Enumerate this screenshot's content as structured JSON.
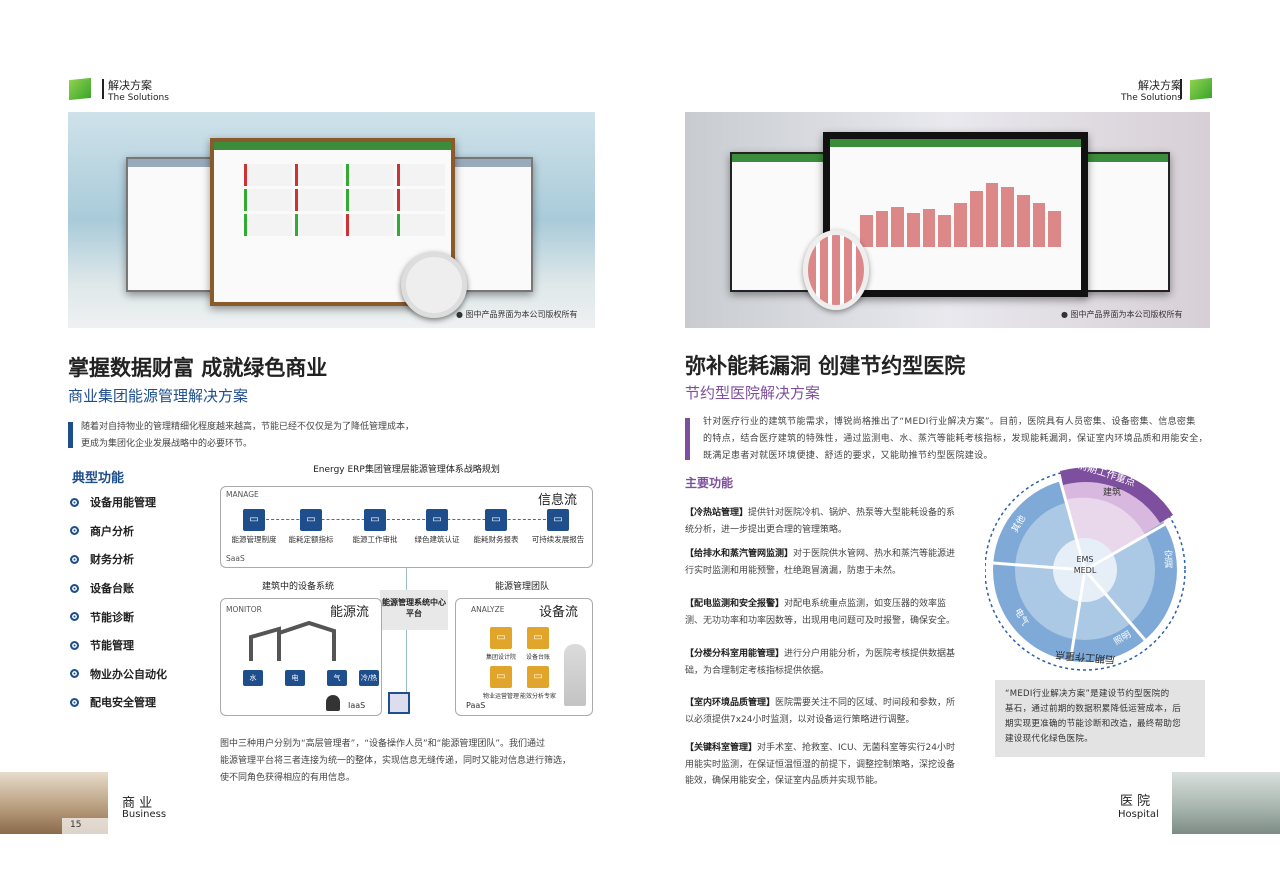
{
  "header": {
    "cn": "解决方案",
    "en": "The Solutions"
  },
  "left": {
    "screenshot_caption": "图中产品界面为本公司版权所有",
    "title": "掌握数据财富  成就绿色商业",
    "subtitle": "商业集团能源管理解决方案",
    "intro": [
      "随着对自持物业的管理精细化程度越来越高，节能已经不仅仅是为了降低管理成本，",
      "更成为集团化企业发展战略中的必要环节。"
    ],
    "features_heading": "典型功能",
    "features": [
      "设备用能管理",
      "商户分析",
      "财务分析",
      "设备台账",
      "节能诊断",
      "节能管理",
      "物业办公自动化",
      "配电安全管理"
    ],
    "diagram": {
      "title": "Energy ERP集团管理层能源管理体系战略规划",
      "manage": {
        "tag": "MANAGE",
        "flow": "信息流",
        "layer": "SaaS",
        "nodes": [
          "能源管理制度",
          "能耗定额指标",
          "能源工作审批",
          "绿色建筑认证",
          "能耗财务报表",
          "可持续发展报告"
        ]
      },
      "left_label": "建筑中的设备系统",
      "right_label": "能源管理团队",
      "center": "能源管理系统中心平台",
      "monitor": {
        "tag": "MONITOR",
        "flow": "能源流",
        "layer": "IaaS",
        "nodes": [
          "水",
          "电",
          "气",
          "冷/热"
        ]
      },
      "analyze": {
        "tag": "ANALYZE",
        "flow": "设备流",
        "layer": "PaaS",
        "nodes": [
          "集团设计院",
          "设备台账",
          "物业运营管理",
          "能效分析专家"
        ]
      }
    },
    "caption": [
      "图中三种用户分别为“高层管理者”，“设备操作人员”和“能源管理团队”。我们通过",
      "能源管理平台将三者连接为统一的整体，实现信息无缝传递，同时又能对信息进行筛选，",
      "使不同角色获得相应的有用信息。"
    ],
    "footer": {
      "cn": "商 业",
      "en": "Business",
      "page": "15"
    }
  },
  "right": {
    "screenshot_caption": "图中产品界面为本公司版权所有",
    "title": "弥补能耗漏洞  创建节约型医院",
    "subtitle": "节约型医院解决方案",
    "intro": [
      "针对医疗行业的建筑节能需求，博锐尚格推出了“MEDI行业解决方案”。目前，医院具有人员密集、设备密集、信息密集",
      "的特点，结合医疗建筑的特殊性，通过监测电、水、蒸汽等能耗考核指标，发现能耗漏洞，保证室内环境品质和用能安全，",
      "既满足患者对就医环境便捷、舒适的要求，又能助推节约型医院建设。"
    ],
    "features_heading": "主要功能",
    "features": [
      {
        "name": "【冷热站管理】",
        "text": "提供针对医院冷机、锅炉、热泵等大型能耗设备的系统分析，进一步提出更合理的管理策略。"
      },
      {
        "name": "【给排水和蒸汽管网监测】",
        "text": "对于医院供水管网、热水和蒸汽等能源进行实时监测和用能预警，杜绝跑冒滴漏，防患于未然。"
      },
      {
        "name": "【配电监测和安全报警】",
        "text": "对配电系统重点监测，如变压器的效率监测、无功功率和功率因数等，出现用电问题可及时报警，确保安全。"
      },
      {
        "name": "【分楼分科室用能管理】",
        "text": "进行分户用能分析，为医院考核提供数据基础，为合理制定考核指标提供依据。"
      },
      {
        "name": "【室内环境品质管理】",
        "text": "医院需要关注不同的区域、时间段和参数，所以必须提供7x24小时监测，以对设备运行策略进行调整。"
      },
      {
        "name": "【关键科室管理】",
        "text": "对手术室、抢救室、ICU、无菌科室等实行24小时用能实时监测，在保证恒温恒湿的前提下，调整控制策略，深挖设备能效，确保用能安全，保证室内品质并实现节能。"
      }
    ],
    "wheel": {
      "center": [
        "EMS",
        "MEDL"
      ],
      "top_label": "前期工作重点",
      "bottom_label": "后期工作重点",
      "sectors": [
        "建筑",
        "空调",
        "照明",
        "电气",
        "其他"
      ]
    },
    "quote": [
      "“MEDI行业解决方案”是建设节约型医院的",
      "基石，通过前期的数据积累降低运营成本，后",
      "期实现更准确的节能诊断和改造，最终帮助您",
      "建设现代化绿色医院。"
    ],
    "footer": {
      "cn": "医 院",
      "en": "Hospital"
    }
  },
  "colors": {
    "green": "#3aa52b",
    "navy": "#1e4e8c",
    "purple": "#7d4f9e",
    "wheel_blue": "#7fa9d6",
    "orange": "#e0a52a"
  }
}
